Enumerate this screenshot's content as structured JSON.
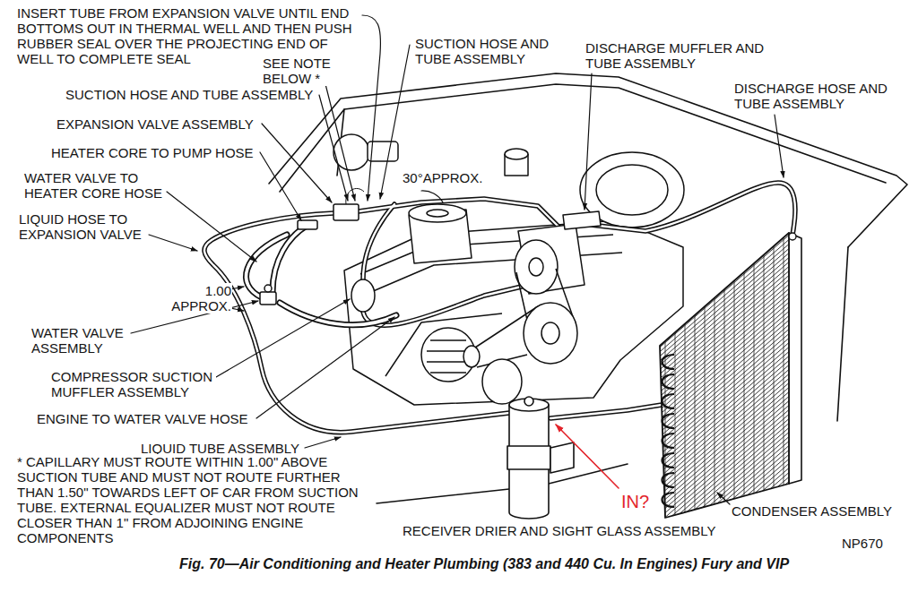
{
  "diagram": {
    "caption": "Fig. 70—Air Conditioning and Heater Plumbing (383 and 440 Cu. In Engines) Fury and VIP",
    "labels": [
      "INSERT TUBE FROM EXPANSION VALVE UNTIL END BOTTOMS OUT IN THERMAL WELL AND THEN PUSH RUBBER SEAL OVER THE PROJECTING END OF WELL TO COMPLETE SEAL",
      "SEE NOTE BELOW *",
      "SUCTION HOSE AND TUBE ASSEMBLY",
      "EXPANSION VALVE ASSEMBLY",
      "HEATER CORE TO PUMP HOSE",
      "WATER VALVE TO HEATER CORE HOSE",
      "LIQUID HOSE TO EXPANSION VALVE",
      "1.00 APPROX.",
      "WATER VALVE ASSEMBLY",
      "COMPRESSOR SUCTION MUFFLER ASSEMBLY",
      "ENGINE TO WATER VALVE HOSE",
      "LIQUID TUBE ASSEMBLY",
      "* CAPILLARY MUST ROUTE WITHIN 1.00\" ABOVE SUCTION TUBE AND MUST NOT ROUTE FURTHER THAN 1.50\" TOWARDS LEFT OF CAR FROM SUCTION TUBE. EXTERNAL EQUALIZER MUST NOT ROUTE CLOSER THAN 1\" FROM ADJOINING ENGINE COMPONENTS",
      "SUCTION HOSE AND TUBE ASSEMBLY",
      "30°APPROX.",
      "DISCHARGE MUFFLER AND TUBE ASSEMBLY",
      "DISCHARGE HOSE AND TUBE ASSEMBLY",
      "RECEIVER DRIER AND SIGHT GLASS ASSEMBLY",
      "CONDENSER ASSEMBLY",
      "NP670",
      "IN?"
    ]
  }
}
